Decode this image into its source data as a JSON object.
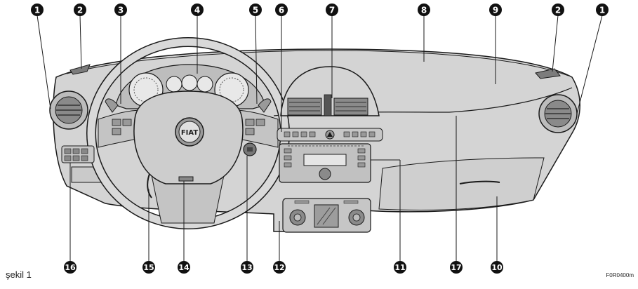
{
  "figure": {
    "caption": "şekil 1",
    "code": "F0R0400m",
    "brand_logo_text": "FIAT"
  },
  "callouts": [
    "1",
    "2",
    "3",
    "4",
    "5",
    "6",
    "7",
    "8",
    "9",
    "2",
    "1",
    "11",
    "17",
    "10",
    "12",
    "13",
    "14",
    "15",
    "16"
  ],
  "colors": {
    "panel_fill": "#d4d4d4",
    "panel_dark": "#b9b9b9",
    "outline": "#1a1a1a",
    "badge_fill": "#111111",
    "badge_text": "#ffffff"
  }
}
